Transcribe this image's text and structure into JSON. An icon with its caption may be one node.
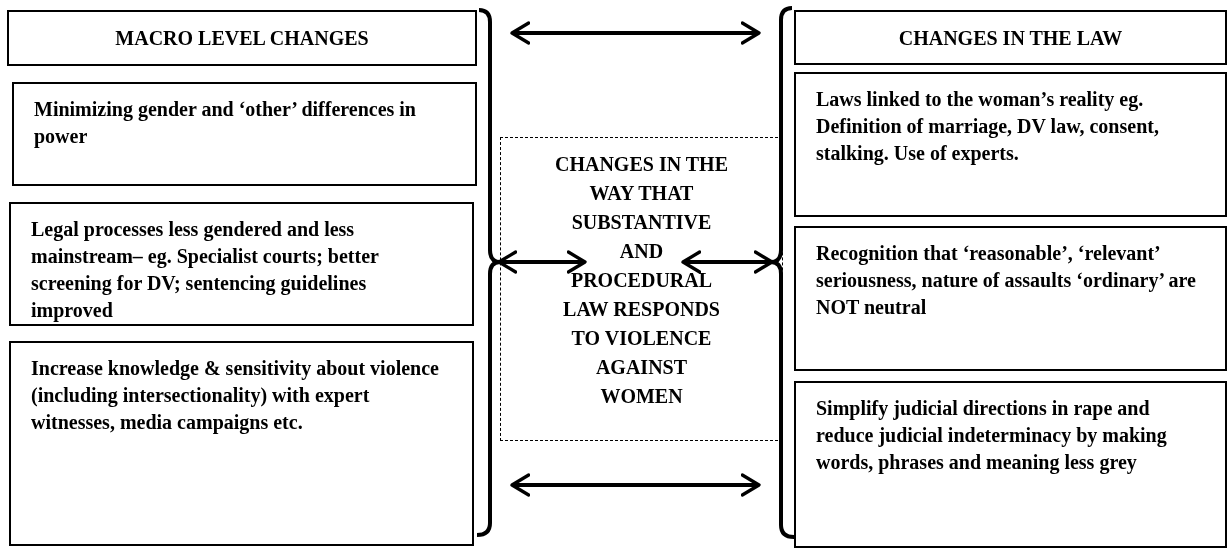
{
  "diagram": {
    "nodes": [
      {
        "text": [
          "MACRO LEVEL CHANGES"
        ]
      },
      {
        "text": [
          "Minimizing gender and ‘other’ differences in power"
        ]
      },
      {
        "text": [
          "Legal processes less gendered and less mainstream– eg. Specialist courts; better screening for DV; sentencing guidelines improved"
        ]
      },
      {
        "text": [
          "Increase knowledge & sensitivity about violence (including intersectionality) with expert witnesses, media campaigns etc."
        ]
      },
      {
        "text": [
          "CHANGES IN THE WAY THAT SUBSTANTIVE AND PROCEDURAL LAW RESPONDS TO VIOLENCE AGAINST WOMEN"
        ]
      },
      {
        "text": [
          "CHANGES IN THE LAW"
        ]
      },
      {
        "text": [
          "Laws linked to the woman’s reality eg. Definition of marriage, DV law, consent, stalking. Use of experts."
        ]
      },
      {
        "text": [
          "Recognition that ‘reasonable’, ‘relevant’ seriousness, nature of assaults ‘ordinary’ are NOT neutral"
        ]
      },
      {
        "text": [
          "Simplify judicial directions in rape and reduce judicial indeterminacy by making words, phrases and meaning less grey"
        ]
      },
      {
        "text": [],
        "shape": "bracket"
      },
      {
        "text": [],
        "shape": "bracket"
      }
    ],
    "edges": [
      {
        "from": 9,
        "to": 10,
        "arrow": "both"
      },
      {
        "from": 9,
        "to": 4,
        "arrow": "both"
      },
      {
        "from": 4,
        "to": 10,
        "arrow": "both"
      },
      {
        "from": 9,
        "to": 10,
        "arrow": "both"
      }
    ]
  }
}
